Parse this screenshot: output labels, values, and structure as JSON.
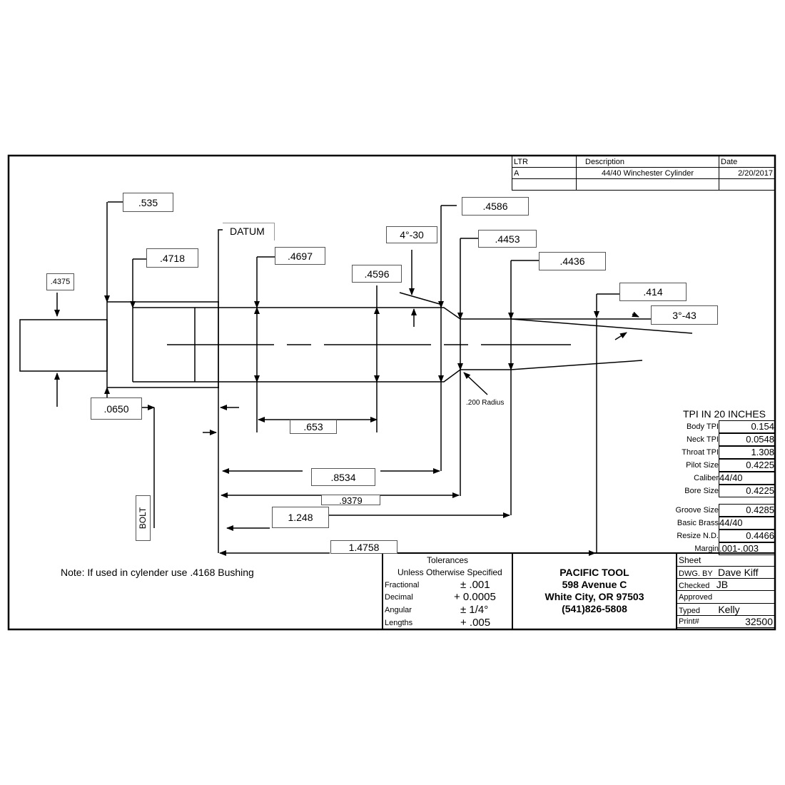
{
  "revision_table": {
    "headers": [
      "LTR",
      "Description",
      "Date"
    ],
    "rows": [
      {
        "ltr": "A",
        "description": "44/40 Winchester Cylinder",
        "date": "2/20/2017"
      }
    ]
  },
  "dimensions": {
    "d_535": ".535",
    "d_4718": ".4718",
    "d_4375": ".4375",
    "datum": "DATUM",
    "d_4697": ".4697",
    "d_4596": ".4596",
    "d_4_30": "4°-30",
    "d_4586": ".4586",
    "d_4453": ".4453",
    "d_4436": ".4436",
    "d_414": ".414",
    "d_3_43": "3°-43",
    "d_0650": ".0650",
    "d_653": ".653",
    "radius": ".200 Radius",
    "d_8534": ".8534",
    "d_9379": ".9379",
    "d_1248": "1.248",
    "d_14758": "1.4758",
    "bolt": "BOLT"
  },
  "note": "Note: If used in cylender use .4168 Bushing",
  "tpi": {
    "title": "TPI IN 20  INCHES",
    "rows": [
      {
        "label": "Body TPI",
        "value": "0.154"
      },
      {
        "label": "Neck TPI",
        "value": "0.0548"
      },
      {
        "label": "Throat TPI",
        "value": "1.308"
      },
      {
        "label": "Pilot Size",
        "value": "0.4225"
      },
      {
        "label": "Caliber",
        "value": "44/40"
      },
      {
        "label": "Bore Size",
        "value": "0.4225"
      },
      {
        "label": "Groove Size",
        "value": "0.4285"
      },
      {
        "label": "Basic Brass",
        "value": "44/40"
      },
      {
        "label": "Resize N.D.",
        "value": "0.4466"
      },
      {
        "label": "Margin",
        "value": ".001-.003"
      }
    ]
  },
  "tolerances": {
    "title": "Tolerances",
    "subtitle": "Unless Otherwise Specified",
    "rows": [
      {
        "label": "Fractional",
        "value": "± .001"
      },
      {
        "label": "Decimal",
        "value": "+ 0.0005"
      },
      {
        "label": "Angular",
        "value": "± 1/4°"
      },
      {
        "label": "Lengths",
        "value": "+ .005"
      }
    ]
  },
  "company": {
    "name": "PACIFIC TOOL",
    "address": "598 Avenue C",
    "city": "White City, OR 97503",
    "phone": "(541)826-5808"
  },
  "title_block": {
    "sheet_label": "Sheet",
    "dwg_by_label": "DWG. BY",
    "dwg_by": "Dave Kiff",
    "checked_label": "Checked",
    "checked": "JB",
    "approved_label": "Approved",
    "typed_label": "Typed",
    "typed": "Kelly",
    "print_label": "Print#",
    "print": "32500"
  }
}
